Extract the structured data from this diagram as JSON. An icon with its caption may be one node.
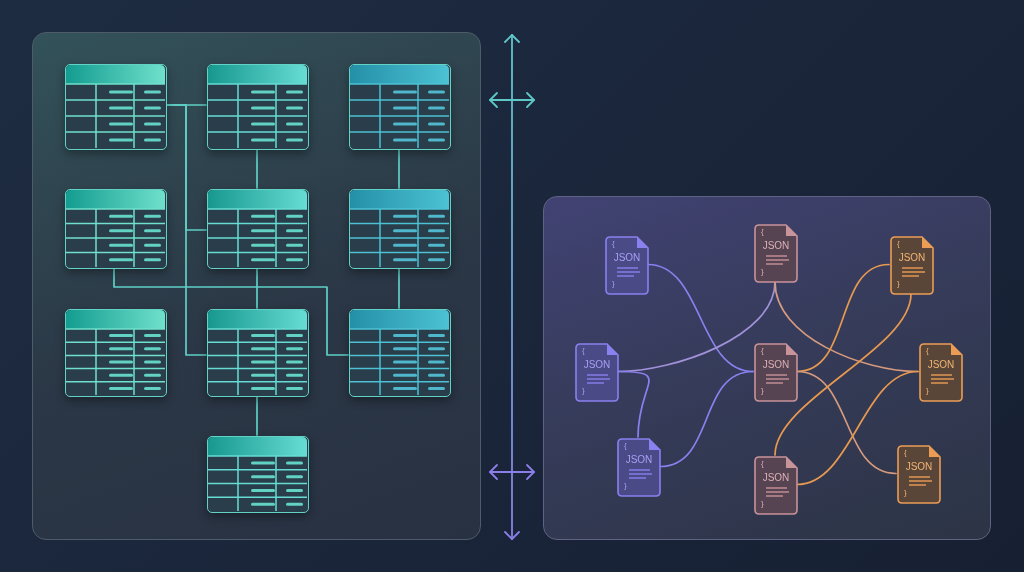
{
  "diagram": {
    "nodes": [
      {
        "text": [],
        "shape": "box"
      },
      {
        "text": [],
        "shape": "table",
        "in": 0
      },
      {
        "text": [],
        "shape": "table",
        "in": 0
      },
      {
        "text": [],
        "shape": "table",
        "in": 0
      },
      {
        "text": [],
        "shape": "table",
        "in": 0
      },
      {
        "text": [],
        "shape": "table",
        "in": 0
      },
      {
        "text": [],
        "shape": "table",
        "in": 0
      },
      {
        "text": [],
        "shape": "table",
        "in": 0
      },
      {
        "text": [],
        "shape": "table",
        "in": 0
      },
      {
        "text": [],
        "shape": "table",
        "in": 0
      },
      {
        "text": [],
        "shape": "table",
        "in": 0
      },
      {
        "text": [],
        "shape": "box"
      },
      {
        "text": [
          "{",
          "JSON",
          "}"
        ],
        "in": 11
      },
      {
        "text": [
          "{",
          "JSON",
          "}"
        ],
        "in": 11
      },
      {
        "text": [
          "{",
          "JSON",
          "}"
        ],
        "in": 11
      },
      {
        "text": [
          "{",
          "JSON",
          "}"
        ],
        "in": 11
      },
      {
        "text": [
          "{",
          "JSON",
          "}"
        ],
        "in": 11
      },
      {
        "text": [
          "{",
          "JSON",
          "}"
        ],
        "in": 11
      },
      {
        "text": [
          "{",
          "JSON",
          "}"
        ],
        "in": 11
      },
      {
        "text": [
          "{",
          "JSON",
          "}"
        ],
        "in": 11
      },
      {
        "text": [
          "{",
          "JSON",
          "}"
        ],
        "in": 11
      }
    ],
    "edges": [
      {
        "from": 1,
        "to": 2,
        "arrow": "none"
      },
      {
        "from": 1,
        "to": 5,
        "arrow": "none"
      },
      {
        "from": 1,
        "to": 8,
        "arrow": "none"
      },
      {
        "from": 2,
        "to": 5,
        "arrow": "none"
      },
      {
        "from": 3,
        "to": 6,
        "arrow": "none"
      },
      {
        "from": 4,
        "to": 9,
        "arrow": "none"
      },
      {
        "from": 5,
        "to": 8,
        "arrow": "none"
      },
      {
        "from": 6,
        "to": 9,
        "arrow": "none"
      },
      {
        "from": 8,
        "to": 10,
        "arrow": "none"
      },
      {
        "from": 12,
        "to": 16,
        "arrow": "none",
        "color": "#8b80f0"
      },
      {
        "from": 13,
        "to": 15,
        "arrow": "none",
        "color": "#a191d8"
      },
      {
        "from": 13,
        "to": 17,
        "arrow": "none",
        "color": "#d69a7e"
      },
      {
        "from": 15,
        "to": 18,
        "arrow": "none",
        "color": "#8b80f0"
      },
      {
        "from": 18,
        "to": 16,
        "arrow": "none",
        "color": "#8b80f0"
      },
      {
        "from": 16,
        "to": 14,
        "arrow": "none",
        "color": "#e8994f"
      },
      {
        "from": 16,
        "to": 20,
        "arrow": "none",
        "color": "#d69a7e"
      },
      {
        "from": 14,
        "to": 19,
        "arrow": "none",
        "color": "#e8994f"
      },
      {
        "from": 19,
        "to": 17,
        "arrow": "none",
        "color": "#e8994f"
      }
    ]
  }
}
